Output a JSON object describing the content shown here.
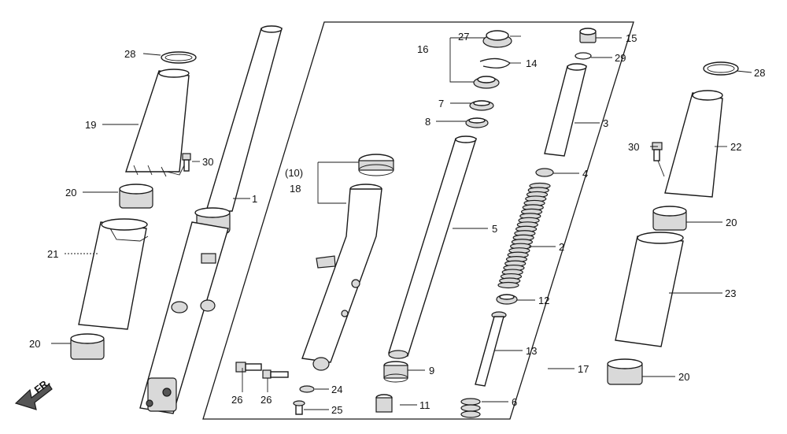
{
  "diagram": {
    "callouts": {
      "c1": "1",
      "c2": "2",
      "c3": "3",
      "c4": "4",
      "c5": "5",
      "c6": "6",
      "c7": "7",
      "c8": "8",
      "c9": "9",
      "c10": "(10)",
      "c11": "11",
      "c12": "12",
      "c13": "13",
      "c14": "14",
      "c15": "15",
      "c16": "16",
      "c17": "17",
      "c18": "18",
      "c19": "19",
      "c20a": "20",
      "c20b": "20",
      "c20c": "20",
      "c20d": "20",
      "c21": "21",
      "c22": "22",
      "c23": "23",
      "c24": "24",
      "c25": "25",
      "c26a": "26",
      "c26b": "26",
      "c27": "27",
      "c28a": "28",
      "c28b": "28",
      "c29": "29",
      "c30a": "30",
      "c30b": "30"
    },
    "front_arrow": {
      "label": "FR."
    }
  }
}
